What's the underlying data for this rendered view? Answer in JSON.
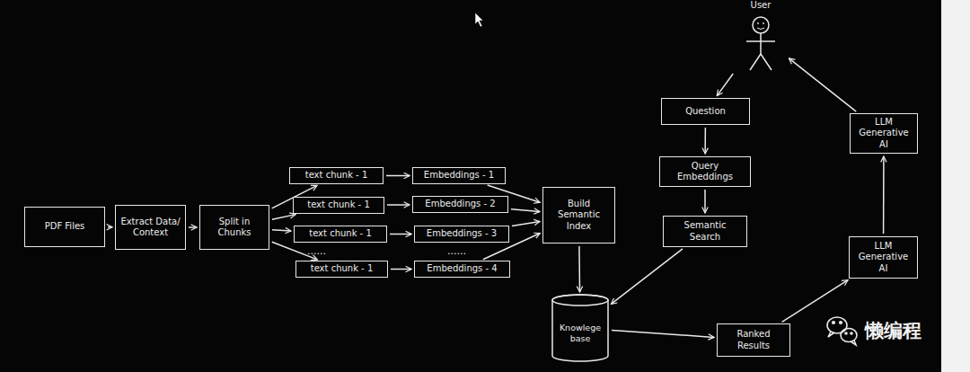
{
  "diagram": {
    "nodes": [
      {
        "text": [
          "PDF Files"
        ]
      },
      {
        "text": [
          "Extract Data/ Context"
        ]
      },
      {
        "text": [
          "Split in Chunks"
        ]
      },
      {
        "text": [
          "text chunk - 1"
        ]
      },
      {
        "text": [
          "text chunk - 1"
        ]
      },
      {
        "text": [
          "text chunk - 1"
        ]
      },
      {
        "text": [
          "text chunk - 1"
        ]
      },
      {
        "text": [
          "Embeddings - 1"
        ]
      },
      {
        "text": [
          "Embeddings - 2"
        ]
      },
      {
        "text": [
          "Embeddings - 3"
        ]
      },
      {
        "text": [
          "Embeddings - 4"
        ]
      },
      {
        "text": [
          "Build Semantic Index"
        ]
      },
      {
        "text": [
          "Knowlege base"
        ]
      },
      {
        "text": [
          "User"
        ]
      },
      {
        "text": [
          "Question"
        ]
      },
      {
        "text": [
          "Query Embeddings"
        ]
      },
      {
        "text": [
          "Semantic Search"
        ]
      },
      {
        "text": [
          "LLM Generative AI"
        ]
      },
      {
        "text": [
          "LLM Generative AI"
        ]
      },
      {
        "text": [
          "Ranked Results"
        ]
      }
    ],
    "edges": [
      {
        "from": 0,
        "to": 1,
        "arrow": "to"
      },
      {
        "from": 1,
        "to": 2,
        "arrow": "to"
      },
      {
        "from": 2,
        "to": 3,
        "arrow": "to"
      },
      {
        "from": 2,
        "to": 4,
        "arrow": "to"
      },
      {
        "from": 2,
        "to": 5,
        "arrow": "to"
      },
      {
        "from": 2,
        "to": 6,
        "arrow": "to"
      },
      {
        "from": 3,
        "to": 7,
        "arrow": "to"
      },
      {
        "from": 4,
        "to": 8,
        "arrow": "to"
      },
      {
        "from": 5,
        "to": 9,
        "arrow": "to"
      },
      {
        "from": 6,
        "to": 10,
        "arrow": "to"
      },
      {
        "from": 7,
        "to": 11,
        "arrow": "to"
      },
      {
        "from": 8,
        "to": 11,
        "arrow": "to"
      },
      {
        "from": 9,
        "to": 11,
        "arrow": "to"
      },
      {
        "from": 10,
        "to": 11,
        "arrow": "to"
      },
      {
        "from": 11,
        "to": 12,
        "arrow": "to"
      },
      {
        "from": 13,
        "to": 14,
        "arrow": "to"
      },
      {
        "from": 14,
        "to": 15,
        "arrow": "to"
      },
      {
        "from": 15,
        "to": 16,
        "arrow": "to"
      },
      {
        "from": 16,
        "to": 12,
        "arrow": "to"
      },
      {
        "from": 12,
        "to": 19,
        "arrow": "to"
      },
      {
        "from": 19,
        "to": 18,
        "arrow": "to"
      },
      {
        "from": 18,
        "to": 17,
        "arrow": "to"
      },
      {
        "from": 17,
        "to": 13,
        "arrow": "to"
      }
    ],
    "labels": [
      "......",
      "......",
      "懒编程"
    ]
  }
}
